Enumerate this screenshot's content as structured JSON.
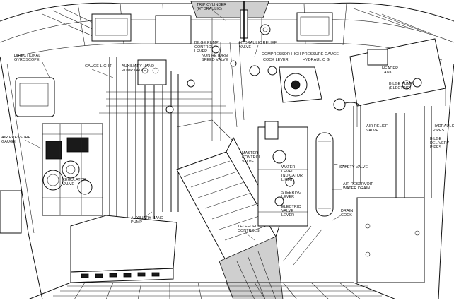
{
  "labels": {
    "trip_cylinder": "TRIP CYLINDER\n(HYDRAULIC)",
    "bilge_pump_control_lever": "BILGE PUMP\nCONTROL\nLEVER",
    "hydraulic_relief_valve": "HYDRAULIC RELIEF\nVALVE",
    "non_return_valve": "NON RETURN\nSPEED VALVE",
    "compressor_high_pressure_gauge": "COMPRESSOR HIGH PRESSURE GAUGE",
    "cock_lever": "COCK LEVER",
    "hydraulic_gauge": "HYDRAULIC G",
    "directional_gyroscope": "DIRECTIONAL\nGYROSCOPE",
    "gauge_light": "GAUGE LIGHT",
    "auxiliary_hand_pump_valve": "AUXILIARY HAND\nPUMP VALVE",
    "header_tank": "HEADER\nTANK",
    "bilge_pump_electric": "BILGE PUMP\n(ELECTRIC)",
    "air_pressure_gauge": "AIR PRESSURE\nGAUGE",
    "regulator_valve": "REGULATOR\nVALVE",
    "master_control_valve": "MASTER\nCONTROL\nVALVE",
    "water_level_light": "WATER\nLEVEL\nINDICATOR\nLIGHT",
    "safety_valve": "SAFETY VALVE",
    "air_reservoir_water_drain": "AIR RESERVOIR\nWATER DRAIN",
    "steering_lever": "STEERING\nLEVER",
    "electric_valve_lever": "ELECTRIC\nVALVE\nLEVER",
    "drain_cock": "DRAIN\nCOCK",
    "auxiliary_hand_pump": "AUXILIARY HAND\nPUMP",
    "telefuel_control": "TELEFUEL\nCONTROLS",
    "hydraulic_pipes": "HYDRAULIC\nPIPES",
    "bilge_delivery_pipes": "BILGE\nDELIVERY\nPIPES",
    "air_relief_valve": "AIR RELIEF\nVALVE"
  }
}
